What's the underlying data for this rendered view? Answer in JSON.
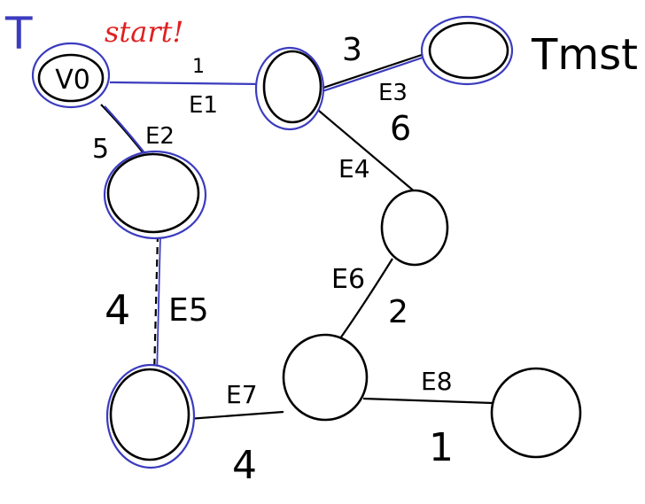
{
  "labels": {
    "t_label": "T",
    "start_label": "start!",
    "tmst_label": "Tmst",
    "v0_label": "V0"
  },
  "edges": {
    "e1": {
      "name": "E1",
      "weight": "1"
    },
    "e2": {
      "name": "E2",
      "weight": "5"
    },
    "e3": {
      "name": "E3",
      "weight": "3"
    },
    "e3_alt_weight": "6",
    "e4": {
      "name": "E4"
    },
    "e5": {
      "name": "E5",
      "weight": "4"
    },
    "e6": {
      "name": "E6",
      "weight": "2"
    },
    "e7": {
      "name": "E7",
      "weight": "4"
    },
    "e8": {
      "name": "E8",
      "weight": "1"
    }
  },
  "colors": {
    "ink": "#000000",
    "highlight": "#3b3bbf",
    "start": "#e02020"
  }
}
